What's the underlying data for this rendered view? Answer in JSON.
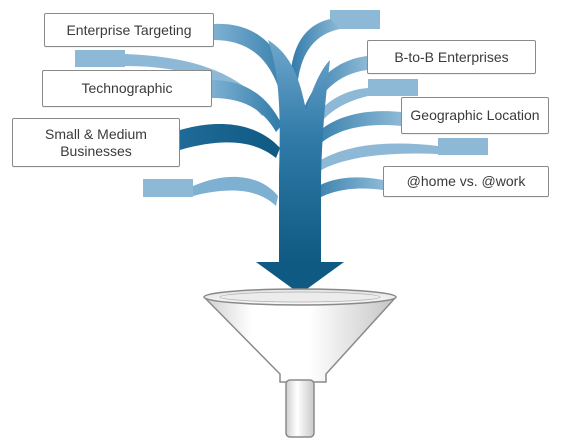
{
  "labels": {
    "enterprise_targeting": "Enterprise Targeting",
    "b2b_enterprises": "B-to-B Enterprises",
    "technographic": "Technographic",
    "geographic_location": "Geographic Location",
    "small_medium_businesses": "Small & Medium Businesses",
    "home_vs_work": "@home vs. @work"
  },
  "colors": {
    "stream_dark": "#0f5a83",
    "stream_mid": "#2f7aa8",
    "stream_light": "#6fa6cc",
    "stream_pale": "#8db9d6",
    "funnel_outline": "#8a8a8a",
    "label_border": "#8a8a8a"
  },
  "icons": [
    "down-arrow-icon",
    "funnel-icon"
  ]
}
